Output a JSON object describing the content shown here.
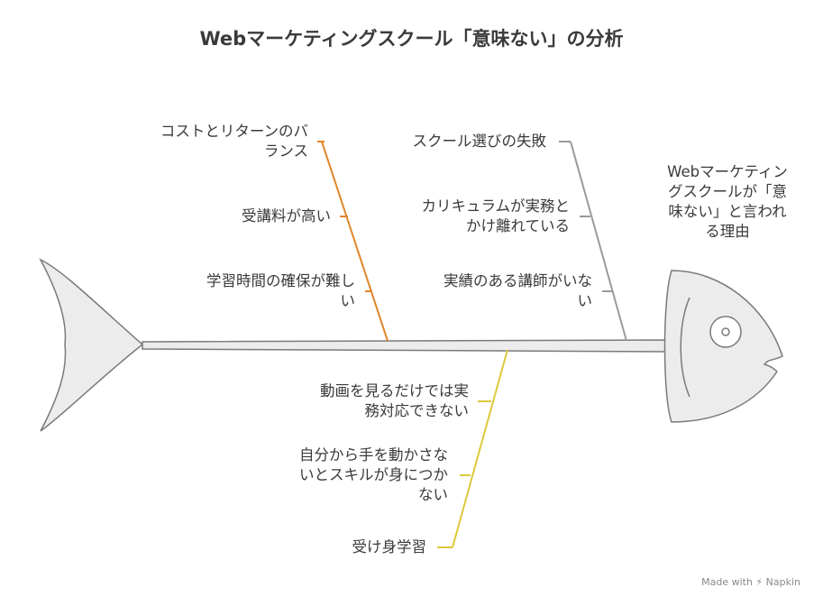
{
  "title": "Webマーケティングスクール「意味ない」の分析",
  "head_label": "Webマーケティングスクールが「意味ない」と言われる理由",
  "head_lines": [
    "Webマーケティン",
    "グスクールが「意",
    "味ない」と言われ",
    "る理由"
  ],
  "colors": {
    "orange": "#e0862a",
    "gray": "#9a9a9a",
    "yellow": "#dcc93a",
    "fish_fill": "#ececec",
    "fish_stroke": "#7a7a7a"
  },
  "categories": [
    {
      "name": "cost",
      "color": "orange",
      "causes": [
        {
          "lines": [
            "コストとリターンのバ",
            "ランス"
          ]
        },
        {
          "lines": [
            "受講料が高い"
          ]
        },
        {
          "lines": [
            "学習時間の確保が難し",
            "い"
          ]
        }
      ]
    },
    {
      "name": "school",
      "color": "gray",
      "causes": [
        {
          "lines": [
            "スクール選びの失敗"
          ]
        },
        {
          "lines": [
            "カリキュラムが実務と",
            "かけ離れている"
          ]
        },
        {
          "lines": [
            "実績のある講師がいな",
            "い"
          ]
        }
      ]
    },
    {
      "name": "passive",
      "color": "yellow",
      "causes": [
        {
          "lines": [
            "動画を見るだけでは実",
            "務対応できない"
          ]
        },
        {
          "lines": [
            "自分から手を動かさな",
            "いとスキルが身につか",
            "ない"
          ]
        },
        {
          "lines": [
            "受け身学習"
          ]
        }
      ]
    }
  ],
  "footer": "Made with ⚡ Napkin"
}
